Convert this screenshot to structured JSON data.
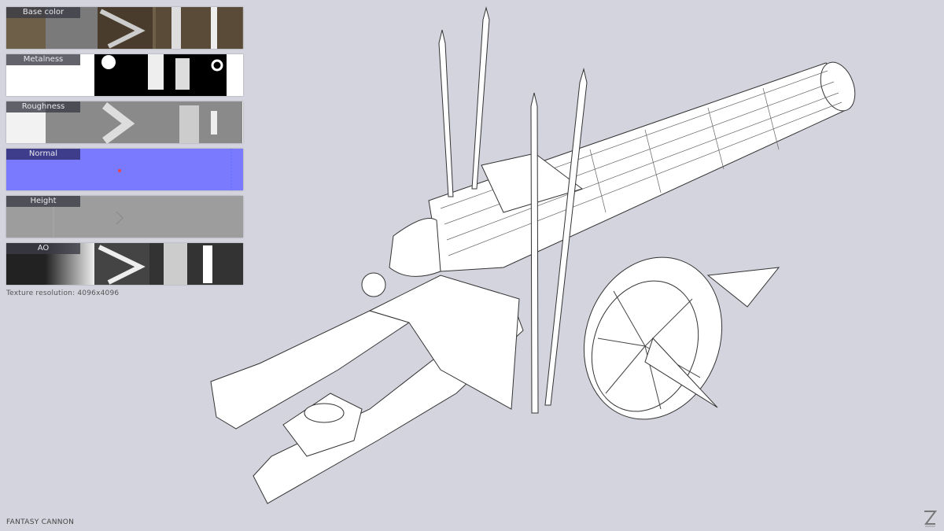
{
  "texture_maps": [
    {
      "label": "Base color",
      "color": "#6b5a44"
    },
    {
      "label": "Metalness",
      "color": "#ffffff"
    },
    {
      "label": "Roughness",
      "color": "#a8a8a8"
    },
    {
      "label": "Normal",
      "color": "#7a7aff"
    },
    {
      "label": "Height",
      "color": "#9a9a9a"
    },
    {
      "label": "AO",
      "color": "#d8d8d8"
    }
  ],
  "texture_resolution": "Texture resolution: 4096x4096",
  "model_title": "FANTASY CANNON",
  "logo_letter": "Z",
  "background_color": "#d4d4de"
}
